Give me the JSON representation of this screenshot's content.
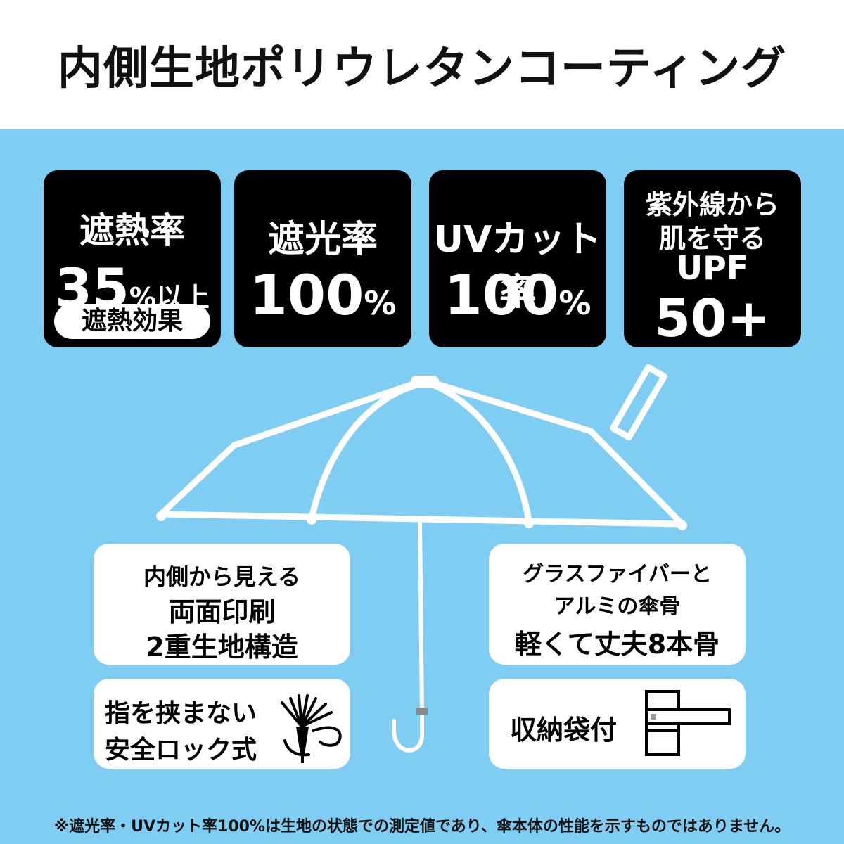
{
  "title": "内側生地ポリウレタンコーティング",
  "cards": {
    "heat": {
      "label": "遮熱率",
      "value": "35",
      "unit": "%以上",
      "badge": "遮熱効果"
    },
    "light": {
      "label": "遮光率",
      "value": "100",
      "unit": "%"
    },
    "uv": {
      "label": "UVカット率",
      "value": "100",
      "unit": "%"
    },
    "upf": {
      "line1": "紫外線から",
      "line2": "肌を守る",
      "line3": "UPF",
      "line4": "50+"
    }
  },
  "features": {
    "print": {
      "line1": "内側から見える",
      "line2": "両面印刷",
      "line3": "2重生地構造"
    },
    "frame": {
      "line1": "グラスファイバーと",
      "line2": "アルミの傘骨",
      "line3": "軽くて丈夫8本骨"
    },
    "lock": {
      "line1": "指を挟まない",
      "line2": "安全ロック式"
    },
    "bag": {
      "label": "収納袋付"
    }
  },
  "footnote": "※遮光率・UVカット率100%は生地の状態での測定値であり、傘本体の性能を示すものではありません。",
  "colors": {
    "panel": "#7fcdf3",
    "card": "#000000",
    "box": "#ffffff"
  }
}
